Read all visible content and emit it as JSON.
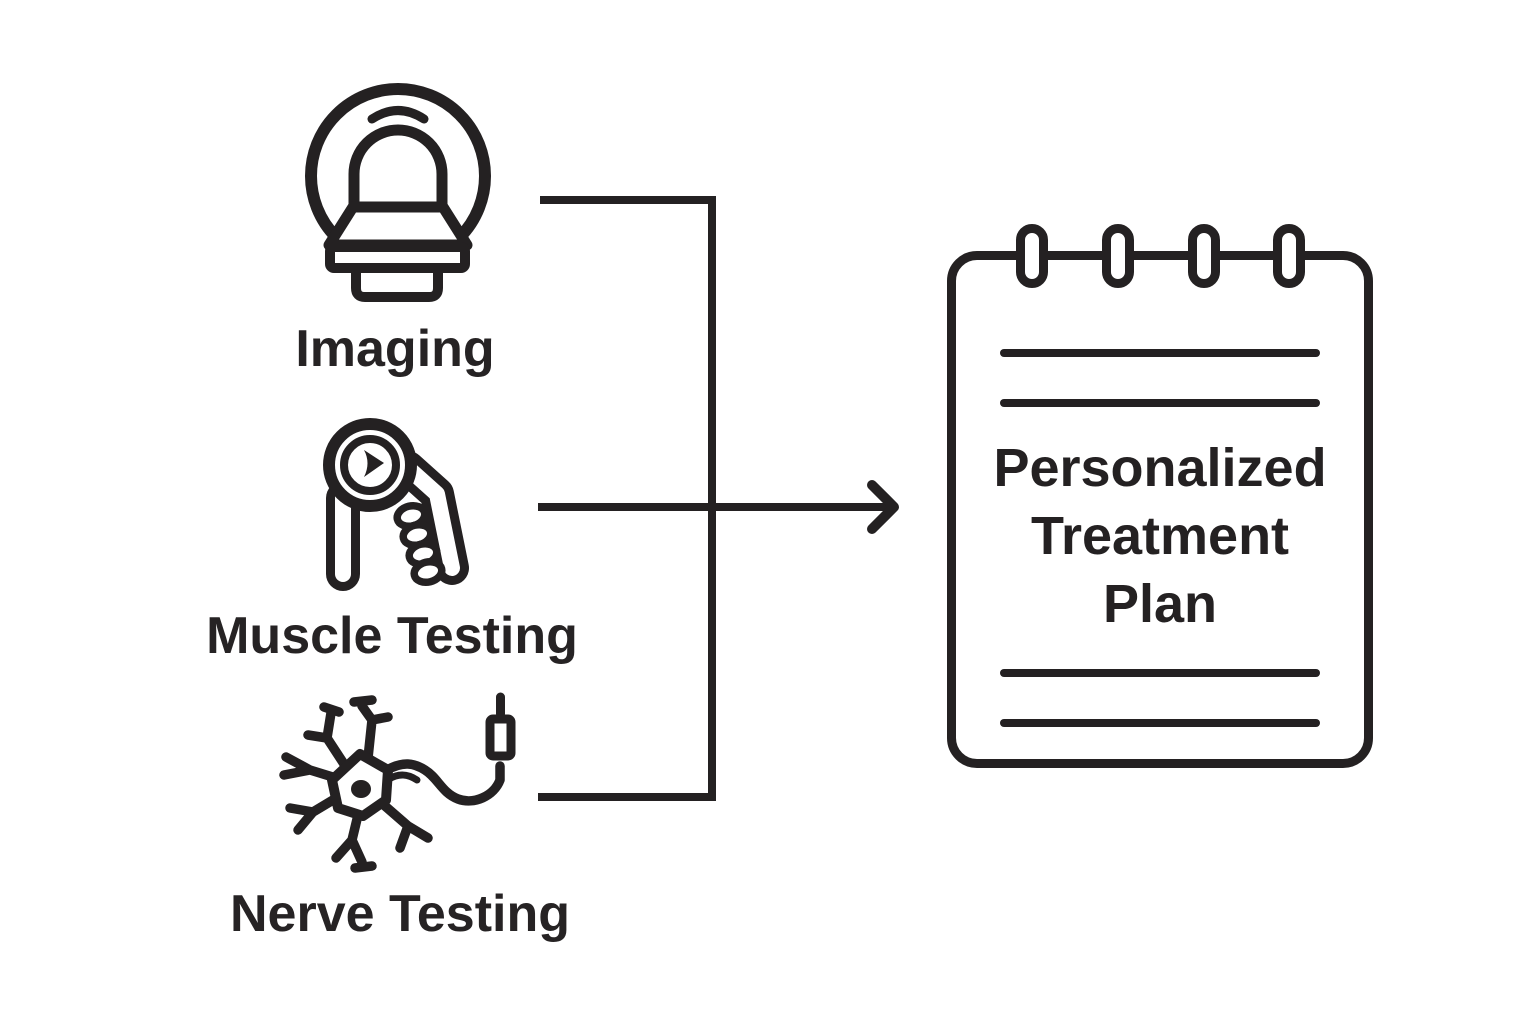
{
  "diagram": {
    "background_color": "#ffffff",
    "ink_color": "#242122",
    "inputs": [
      {
        "label": "Imaging",
        "icon": "mri-scanner-icon"
      },
      {
        "label": "Muscle Testing",
        "icon": "hand-dynamometer-icon"
      },
      {
        "label": "Nerve Testing",
        "icon": "neuron-electrode-icon"
      }
    ],
    "connector": {
      "type": "merge-arrow",
      "direction": "left-to-right"
    },
    "output": {
      "icon": "notepad-icon",
      "label": "Personalized Treatment Plan",
      "lines": [
        "Personalized",
        "Treatment",
        "Plan"
      ]
    }
  }
}
